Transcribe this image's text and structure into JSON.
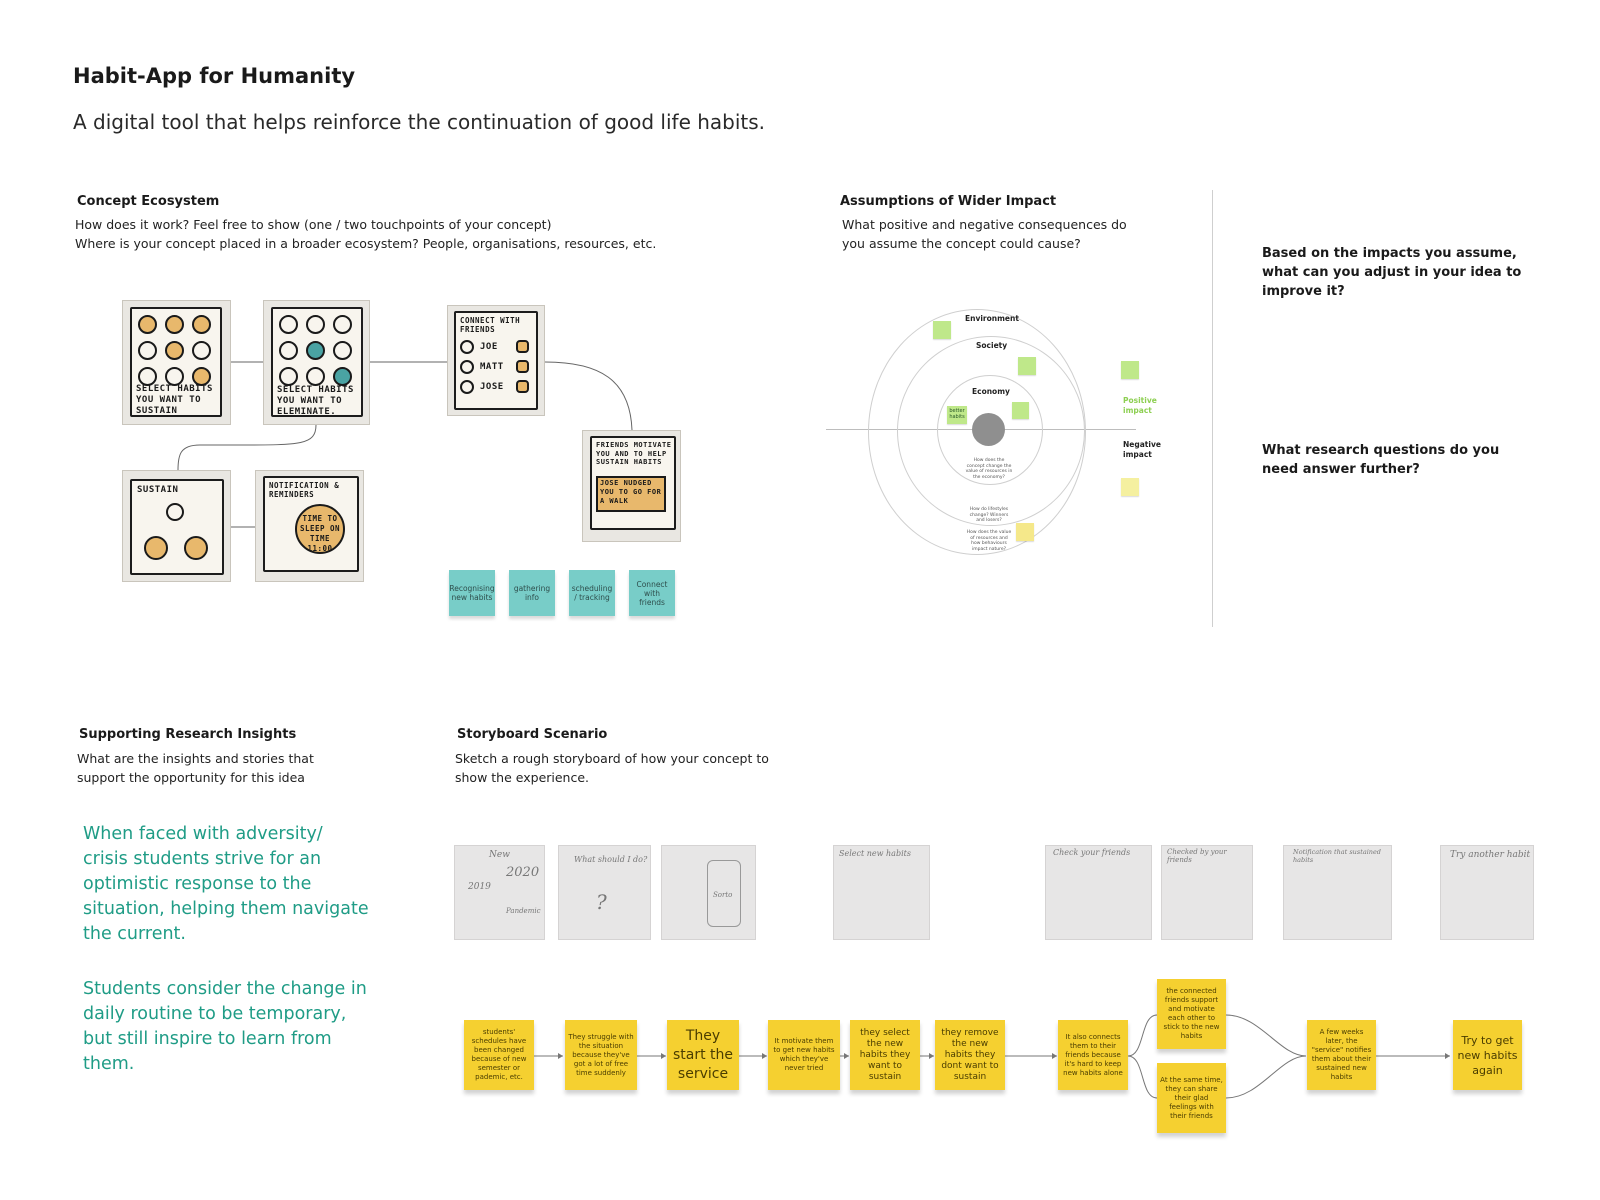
{
  "header": {
    "title": "Habit-App for Humanity",
    "subtitle": "A digital tool that helps reinforce the continuation of good life habits."
  },
  "concept": {
    "heading": "Concept Ecosystem",
    "lines": [
      "How does it work? Feel free to show (one / two touchpoints of your concept)",
      "Where is your concept placed in a broader ecosystem? People, organisations, resources, etc."
    ],
    "sketches": {
      "s1": "SELECT HABITS YOU WANT TO SUSTAIN",
      "s2": "SELECT HABITS YOU WANT TO ELEMINATE.",
      "s3_title": "CONNECT WITH FRIENDS",
      "s3_names": [
        "JOE",
        "MATT",
        "JOSE"
      ],
      "s4_title": "SUSTAIN",
      "s5_title": "NOTIFICATION & REMINDERS",
      "s5_body": "TIME TO SLEEP ON TIME 11:00",
      "s6_title": "FRIENDS MOTIVATE YOU AND TO HELP SUSTAIN HABITS",
      "s6_body": "JOSE NUDGED YOU TO GO FOR A WALK"
    },
    "stickies": [
      "Recognising new habits",
      "gathering info",
      "scheduling / tracking",
      "Connect with friends"
    ]
  },
  "impact": {
    "heading": "Assumptions of Wider Impact",
    "lines": [
      "What positive and negative consequences do",
      "you assume the concept could cause?"
    ],
    "rings": {
      "outer": "Environment",
      "middle": "Society",
      "inner": "Economy"
    },
    "positive": "Positive impact",
    "negative": "Negative impact",
    "notes": {
      "better_habits": "better habits",
      "econ_q": "How does the concept change the value of resources in the economy?",
      "soc_q": "How do lifestyles change? Winners and losers?",
      "env_q": "How does the value of resources and how behaviours impact nature?"
    }
  },
  "right": {
    "q1": [
      "Based on the impacts you assume,",
      "what can you adjust in your idea to",
      "improve it?"
    ],
    "q2": [
      "What research questions do you",
      "need answer further?"
    ]
  },
  "research": {
    "heading": "Supporting Research Insights",
    "lines": [
      "What are the insights and stories that",
      "support the opportunity for this idea"
    ],
    "insight1": [
      "When faced with adversity/",
      "crisis students strive for an",
      "optimistic response to the",
      "situation, helping them navigate",
      "the current."
    ],
    "insight2": [
      "Students consider the change in",
      "daily routine to be temporary,",
      "but still inspire to learn from",
      "them."
    ]
  },
  "storyboard": {
    "heading": "Storyboard Scenario",
    "lines": [
      "Sketch a rough storyboard of how your concept to",
      "show the experience."
    ],
    "frames": {
      "f1a": "New",
      "f1b": "2020",
      "f1c": "2019",
      "f1d": "Pandemic",
      "f2": "What should I do?",
      "f3": "Sorto",
      "f4": "Select new habits",
      "f5": "Check your friends",
      "f6": "Checked by your friends",
      "f7": "Notification that sustained habits",
      "f8": "Try another habit"
    },
    "steps": [
      "students' schedules have been changed because of new semester or pademic, etc.",
      "They struggle with the situation because they've got a lot of free time suddenly",
      "They start the service",
      "It motivate them to get new habits which they've never tried",
      "they select the new habits they want to sustain",
      "they remove the new habits they dont want to sustain",
      "It also connects them to their friends because it's hard to keep new habits alone",
      "the connected friends support and motivate each other to stick to the new habits",
      "At the same time, they can share their glad feelings with their friends",
      "A few weeks later, the \"service\" notifies them about their sustained new habits",
      "Try to get new habits again"
    ]
  },
  "colors": {
    "teal_sticky": "#78cdc8",
    "yellow_sticky": "#f5d030",
    "insight_text": "#1f9c86",
    "green_sticky": "#bfe88a"
  }
}
